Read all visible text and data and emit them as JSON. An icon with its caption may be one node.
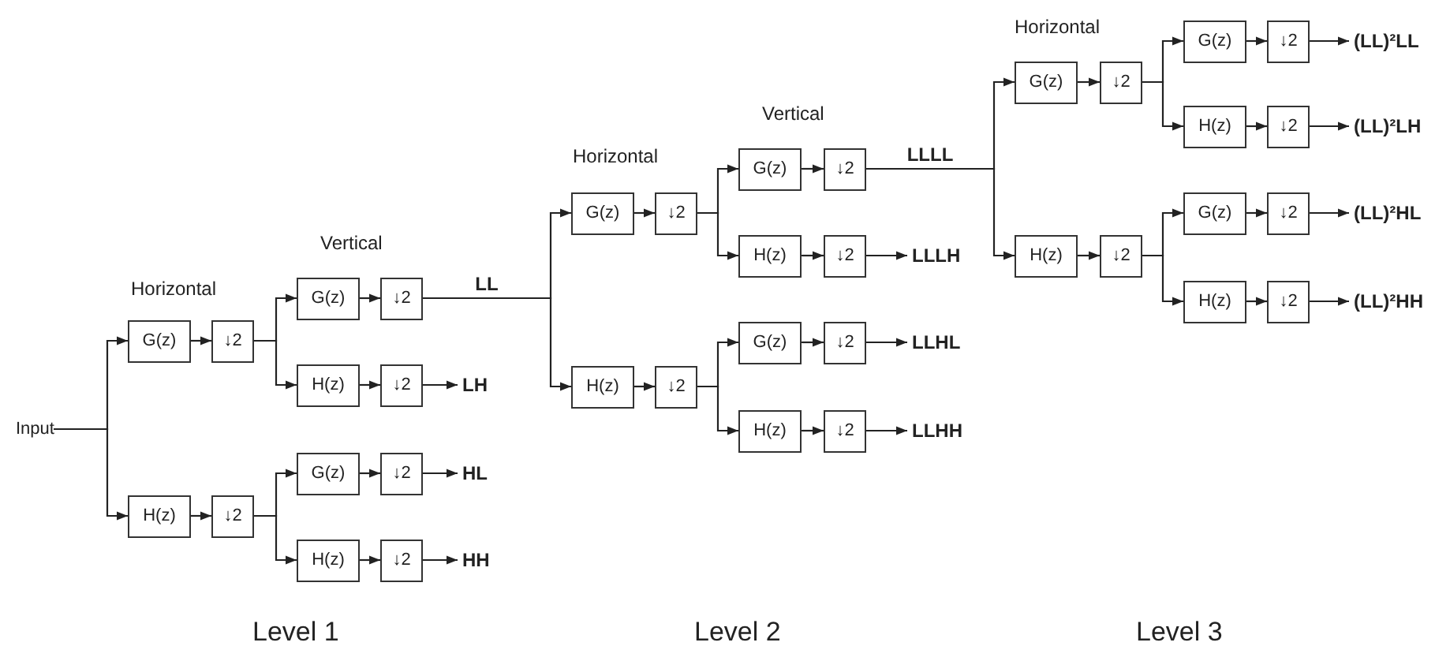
{
  "diagram": {
    "nodes": [
      {
        "text": [
          "Input"
        ]
      },
      {
        "text": [
          "G(z)"
        ]
      },
      {
        "text": [
          "↓2"
        ]
      },
      {
        "text": [
          "H(z)"
        ]
      },
      {
        "text": [
          "↓2"
        ]
      },
      {
        "text": [
          "G(z)"
        ]
      },
      {
        "text": [
          "↓2"
        ]
      },
      {
        "text": [
          "H(z)"
        ]
      },
      {
        "text": [
          "↓2"
        ]
      },
      {
        "text": [
          "G(z)"
        ]
      },
      {
        "text": [
          "↓2"
        ]
      },
      {
        "text": [
          "H(z)"
        ]
      },
      {
        "text": [
          "↓2"
        ]
      },
      {
        "text": [
          "LH"
        ]
      },
      {
        "text": [
          "HL"
        ]
      },
      {
        "text": [
          "HH"
        ]
      },
      {
        "text": [
          "G(z)"
        ]
      },
      {
        "text": [
          "↓2"
        ]
      },
      {
        "text": [
          "H(z)"
        ]
      },
      {
        "text": [
          "↓2"
        ]
      },
      {
        "text": [
          "G(z)"
        ]
      },
      {
        "text": [
          "↓2"
        ]
      },
      {
        "text": [
          "H(z)"
        ]
      },
      {
        "text": [
          "↓2"
        ]
      },
      {
        "text": [
          "G(z)"
        ]
      },
      {
        "text": [
          "↓2"
        ]
      },
      {
        "text": [
          "H(z)"
        ]
      },
      {
        "text": [
          "↓2"
        ]
      },
      {
        "text": [
          "LLLH"
        ]
      },
      {
        "text": [
          "LLHL"
        ]
      },
      {
        "text": [
          "LLHH"
        ]
      },
      {
        "text": [
          "G(z)"
        ]
      },
      {
        "text": [
          "↓2"
        ]
      },
      {
        "text": [
          "H(z)"
        ]
      },
      {
        "text": [
          "↓2"
        ]
      },
      {
        "text": [
          "G(z)"
        ]
      },
      {
        "text": [
          "↓2"
        ]
      },
      {
        "text": [
          "H(z)"
        ]
      },
      {
        "text": [
          "↓2"
        ]
      },
      {
        "text": [
          "G(z)"
        ]
      },
      {
        "text": [
          "↓2"
        ]
      },
      {
        "text": [
          "H(z)"
        ]
      },
      {
        "text": [
          "↓2"
        ]
      },
      {
        "text": [
          "(LL)²LL"
        ]
      },
      {
        "text": [
          "(LL)²LH"
        ]
      },
      {
        "text": [
          "(LL)²HL"
        ]
      },
      {
        "text": [
          "(LL)²HH"
        ]
      }
    ],
    "edges": [
      {
        "from": 0,
        "to": 1,
        "arrow": "to"
      },
      {
        "from": 0,
        "to": 3,
        "arrow": "to"
      },
      {
        "from": 1,
        "to": 2,
        "arrow": "to"
      },
      {
        "from": 3,
        "to": 4,
        "arrow": "to"
      },
      {
        "from": 2,
        "to": 5,
        "arrow": "to"
      },
      {
        "from": 2,
        "to": 7,
        "arrow": "to"
      },
      {
        "from": 4,
        "to": 9,
        "arrow": "to"
      },
      {
        "from": 4,
        "to": 11,
        "arrow": "to"
      },
      {
        "from": 5,
        "to": 6,
        "arrow": "to"
      },
      {
        "from": 7,
        "to": 8,
        "arrow": "to"
      },
      {
        "from": 9,
        "to": 10,
        "arrow": "to"
      },
      {
        "from": 11,
        "to": 12,
        "arrow": "to"
      },
      {
        "from": 6,
        "to": 16,
        "arrow": "to",
        "label": "LL"
      },
      {
        "from": 6,
        "to": 18,
        "arrow": "to"
      },
      {
        "from": 8,
        "to": 13,
        "arrow": "to"
      },
      {
        "from": 10,
        "to": 14,
        "arrow": "to"
      },
      {
        "from": 12,
        "to": 15,
        "arrow": "to"
      },
      {
        "from": 16,
        "to": 17,
        "arrow": "to"
      },
      {
        "from": 18,
        "to": 19,
        "arrow": "to"
      },
      {
        "from": 17,
        "to": 20,
        "arrow": "to"
      },
      {
        "from": 17,
        "to": 22,
        "arrow": "to"
      },
      {
        "from": 19,
        "to": 24,
        "arrow": "to"
      },
      {
        "from": 19,
        "to": 26,
        "arrow": "to"
      },
      {
        "from": 20,
        "to": 21,
        "arrow": "to"
      },
      {
        "from": 22,
        "to": 23,
        "arrow": "to"
      },
      {
        "from": 24,
        "to": 25,
        "arrow": "to"
      },
      {
        "from": 26,
        "to": 27,
        "arrow": "to"
      },
      {
        "from": 21,
        "to": 31,
        "arrow": "to",
        "label": "LLLL"
      },
      {
        "from": 21,
        "to": 33,
        "arrow": "to"
      },
      {
        "from": 23,
        "to": 28,
        "arrow": "to"
      },
      {
        "from": 25,
        "to": 29,
        "arrow": "to"
      },
      {
        "from": 27,
        "to": 30,
        "arrow": "to"
      },
      {
        "from": 31,
        "to": 32,
        "arrow": "to"
      },
      {
        "from": 33,
        "to": 34,
        "arrow": "to"
      },
      {
        "from": 32,
        "to": 35,
        "arrow": "to"
      },
      {
        "from": 32,
        "to": 37,
        "arrow": "to"
      },
      {
        "from": 34,
        "to": 39,
        "arrow": "to"
      },
      {
        "from": 34,
        "to": 41,
        "arrow": "to"
      },
      {
        "from": 35,
        "to": 36,
        "arrow": "to"
      },
      {
        "from": 37,
        "to": 38,
        "arrow": "to"
      },
      {
        "from": 39,
        "to": 40,
        "arrow": "to"
      },
      {
        "from": 41,
        "to": 42,
        "arrow": "to"
      },
      {
        "from": 36,
        "to": 43,
        "arrow": "to"
      },
      {
        "from": 38,
        "to": 44,
        "arrow": "to"
      },
      {
        "from": 40,
        "to": 45,
        "arrow": "to"
      },
      {
        "from": 42,
        "to": 46,
        "arrow": "to"
      }
    ],
    "labels": [
      "Horizontal",
      "Vertical",
      "Horizontal",
      "Vertical",
      "Horizontal",
      "Level 1",
      "Level 2",
      "Level 3"
    ]
  }
}
